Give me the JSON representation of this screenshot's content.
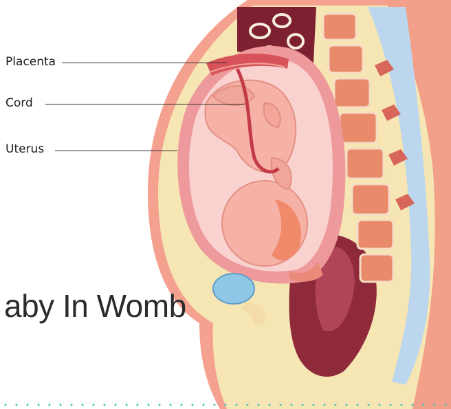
{
  "labels": {
    "placenta": "Placenta",
    "cord": "Cord",
    "uterus": "Uterus"
  },
  "title": "aby In Womb",
  "colors": {
    "skin_outer": "#f4a190",
    "fat_layer": "#f6e6b4",
    "uterus_wall": "#ee9a9c",
    "amniotic": "#f9d2cf",
    "baby": "#f6b2a6",
    "placenta": "#d8525a",
    "spine_bone": "#e98a6b",
    "spine_cord": "#bcd6ee",
    "organ_dark": "#8e2a3a",
    "bladder": "#8fc7e6",
    "accent_dots": "#3ec6c0"
  }
}
